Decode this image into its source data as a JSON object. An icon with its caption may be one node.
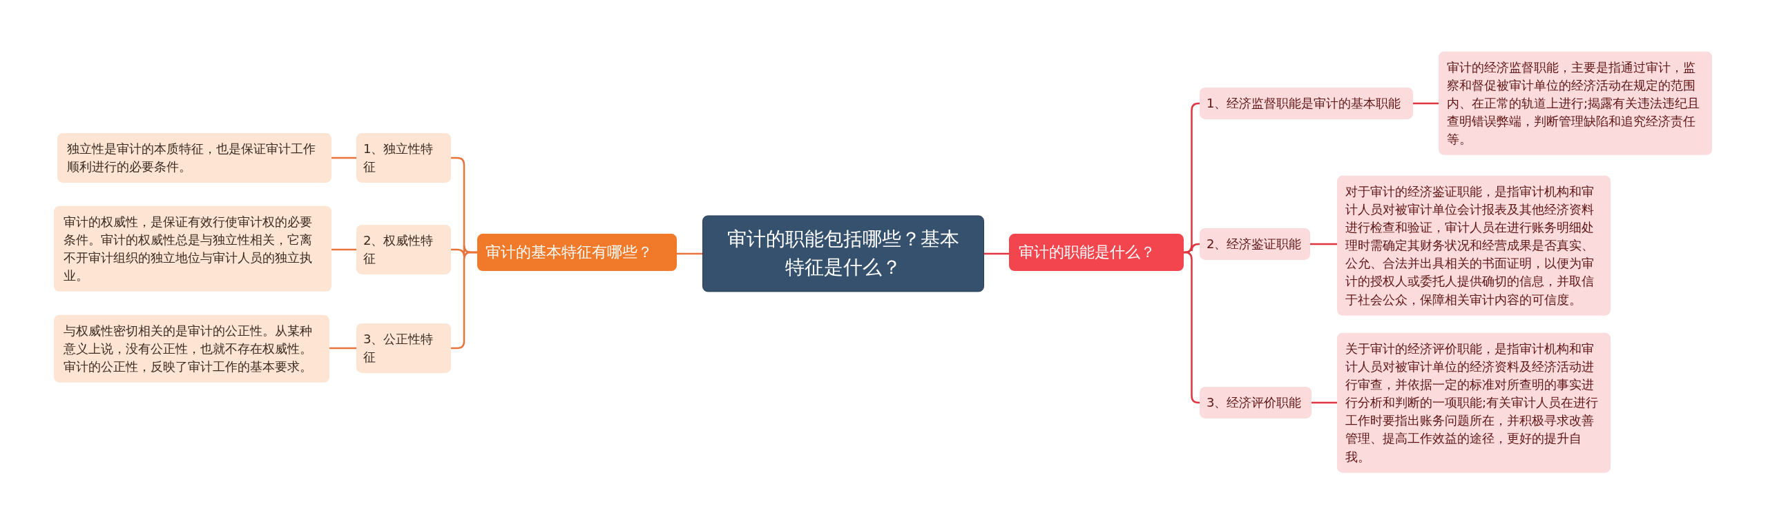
{
  "diagram": {
    "nodes": [
      {
        "text": [
          "审计的职能包括哪些？基本特征是什么？"
        ]
      },
      {
        "text": [
          "审计的基本特征有哪些？"
        ]
      },
      {
        "text": [
          "1、独立性特征"
        ]
      },
      {
        "text": [
          "独立性是审计的本质特征，也是保证审计工作顺利进行的必要条件。"
        ]
      },
      {
        "text": [
          "2、权威性特征"
        ]
      },
      {
        "text": [
          "审计的权威性，是保证有效行使审计权的必要条件。审计的权威性总是与独立性相关，它离不开审计组织的独立地位与审计人员的独立执业。"
        ]
      },
      {
        "text": [
          "3、公正性特征"
        ]
      },
      {
        "text": [
          "与权威性密切相关的是审计的公正性。从某种意义上说，没有公正性，也就不存在权威性。审计的公正性，反映了审计工作的基本要求。"
        ]
      },
      {
        "text": [
          "审计的职能是什么？"
        ]
      },
      {
        "text": [
          "1、经济监督职能是审计的基本职能"
        ]
      },
      {
        "text": [
          "审计的经济监督职能，主要是指通过审计，监察和督促被审计单位的经济活动在规定的范围内、在正常的轨道上进行;揭露有关违法违纪且查明错误弊端，判断管理缺陷和追究经济责任等。"
        ]
      },
      {
        "text": [
          "2、经济鉴证职能"
        ]
      },
      {
        "text": [
          "对于审计的经济鉴证职能，是指审计机构和审计人员对被审计单位会计报表及其他经济资料进行检查和验证，审计人员在进行账务明细处理时需确定其财务状况和经营成果是否真实、公允、合法并出具相关的书面证明，以便为审计的授权人或委托人提供确切的信息，并取信于社会公众，保障相关审计内容的可信度。"
        ]
      },
      {
        "text": [
          "3、经济评价职能"
        ]
      },
      {
        "text": [
          "关于审计的经济评价职能，是指审计机构和审计人员对被审计单位的经济资料及经济活动进行审查，并依据一定的标准对所查明的事实进行分析和判断的一项职能;有关审计人员在进行工作时要指出账务问题所在，并积极寻求改善管理、提高工作效益的途径，更好的提升自我。"
        ]
      }
    ],
    "edges": [
      {
        "from": 0,
        "to": 1,
        "arrow": "none",
        "color": "#e8743b"
      },
      {
        "from": 1,
        "to": 2,
        "arrow": "none",
        "color": "#e8743b"
      },
      {
        "from": 2,
        "to": 3,
        "arrow": "none",
        "color": "#e8743b"
      },
      {
        "from": 1,
        "to": 4,
        "arrow": "none",
        "color": "#e8743b"
      },
      {
        "from": 4,
        "to": 5,
        "arrow": "none",
        "color": "#e8743b"
      },
      {
        "from": 1,
        "to": 6,
        "arrow": "none",
        "color": "#e8743b"
      },
      {
        "from": 6,
        "to": 7,
        "arrow": "none",
        "color": "#e8743b"
      },
      {
        "from": 0,
        "to": 8,
        "arrow": "none",
        "color": "#e0353f"
      },
      {
        "from": 8,
        "to": 9,
        "arrow": "none",
        "color": "#e0353f"
      },
      {
        "from": 9,
        "to": 10,
        "arrow": "none",
        "color": "#e0353f"
      },
      {
        "from": 8,
        "to": 11,
        "arrow": "none",
        "color": "#e0353f"
      },
      {
        "from": 11,
        "to": 12,
        "arrow": "none",
        "color": "#e0353f"
      },
      {
        "from": 8,
        "to": 13,
        "arrow": "none",
        "color": "#e0353f"
      },
      {
        "from": 13,
        "to": 14,
        "arrow": "none",
        "color": "#e0353f"
      }
    ]
  }
}
